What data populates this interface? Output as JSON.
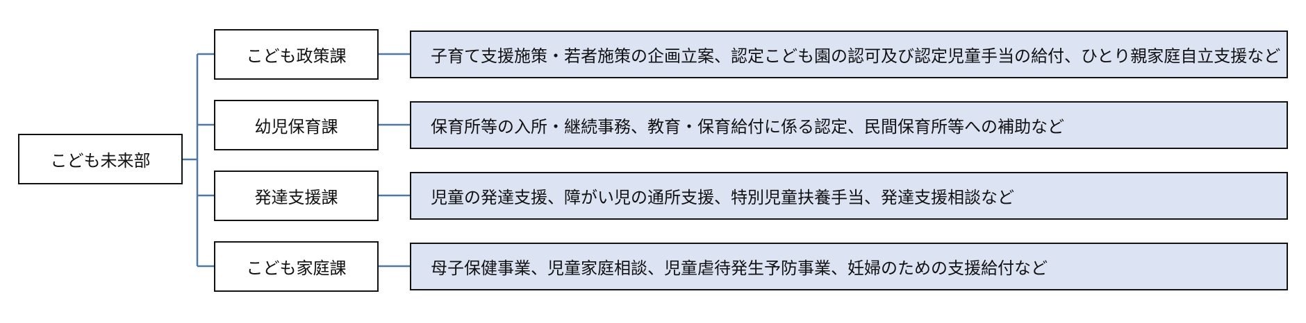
{
  "root": {
    "label": "こども未来部"
  },
  "divisions": [
    {
      "name": "こども政策課",
      "description": "子育て支援施策・若者施策の企画立案、認定こども園の認可及び認定児童手当の給付、ひとり親家庭自立支援など"
    },
    {
      "name": "幼児保育課",
      "description": "保育所等の入所・継続事務、教育・保育給付に係る認定、民間保育所等への補助など"
    },
    {
      "name": "発達支援課",
      "description": "児童の発達支援、障がい児の通所支援、特別児童扶養手当、発達支援相談など"
    },
    {
      "name": "こども家庭課",
      "description": "母子保健事業、児童家庭相談、児童虐待発生予防事業、妊婦のための支援給付など"
    }
  ],
  "colors": {
    "connector": "#4a78a8",
    "description_fill": "#dce3f2",
    "border": "#111111"
  }
}
